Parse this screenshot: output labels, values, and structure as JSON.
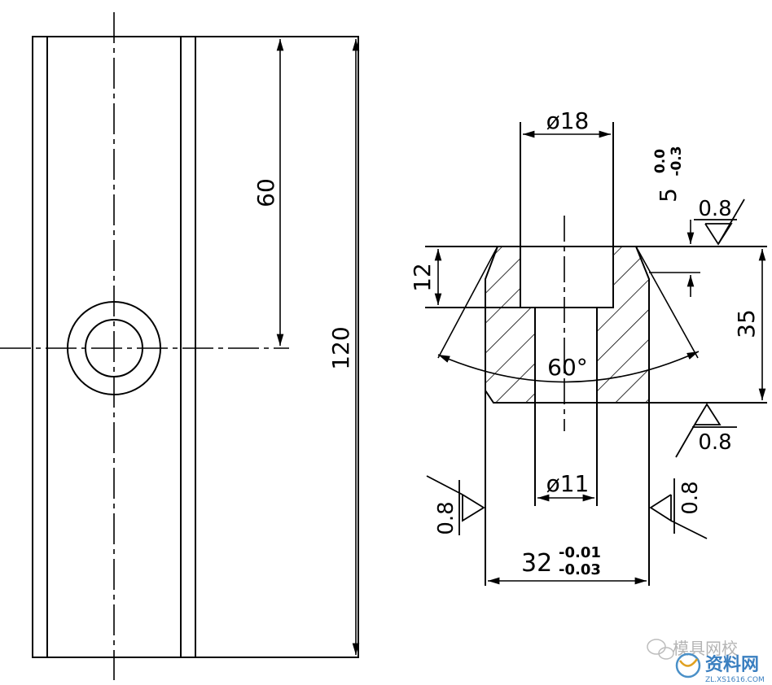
{
  "front_view": {
    "dim_60": "60",
    "dim_120": "120"
  },
  "section_view": {
    "dia_18": "ø18",
    "dia_11": "ø11",
    "dim_12": "12",
    "dim_35": "35",
    "angle": "60°",
    "width_base": "32",
    "width_tol_upper": "-0.01",
    "width_tol_lower": "-0.03",
    "depth_base": "5",
    "depth_tol_upper": "0.0",
    "depth_tol_lower": "-0.3",
    "roughness_top": "0.8",
    "roughness_bottom": "0.8",
    "roughness_left": "0.8",
    "roughness_right": "0.8"
  },
  "watermark": {
    "wechat_text": "模具网校",
    "site_text": "资料网",
    "site_url": "ZL.XS1616.COM"
  }
}
